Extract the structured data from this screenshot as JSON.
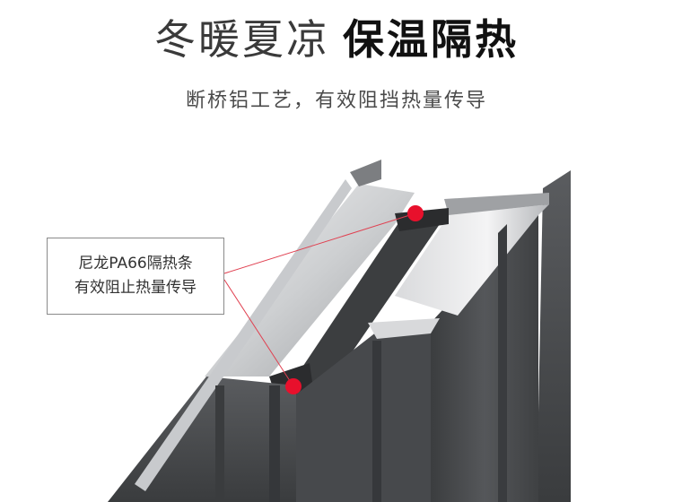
{
  "headline": {
    "light": "冬暖夏凉",
    "bold": "保温隔热"
  },
  "subline": "断桥铝工艺，有效阻挡热量传导",
  "callout": {
    "line1": "尼龙PA66隔热条",
    "line2": "有效阻止热量传导"
  },
  "colors": {
    "profile_dark": "#4a4c4e",
    "profile_silver": "#cfd0d2",
    "marker_red": "#e8102c",
    "leader_line": "#e04050"
  }
}
